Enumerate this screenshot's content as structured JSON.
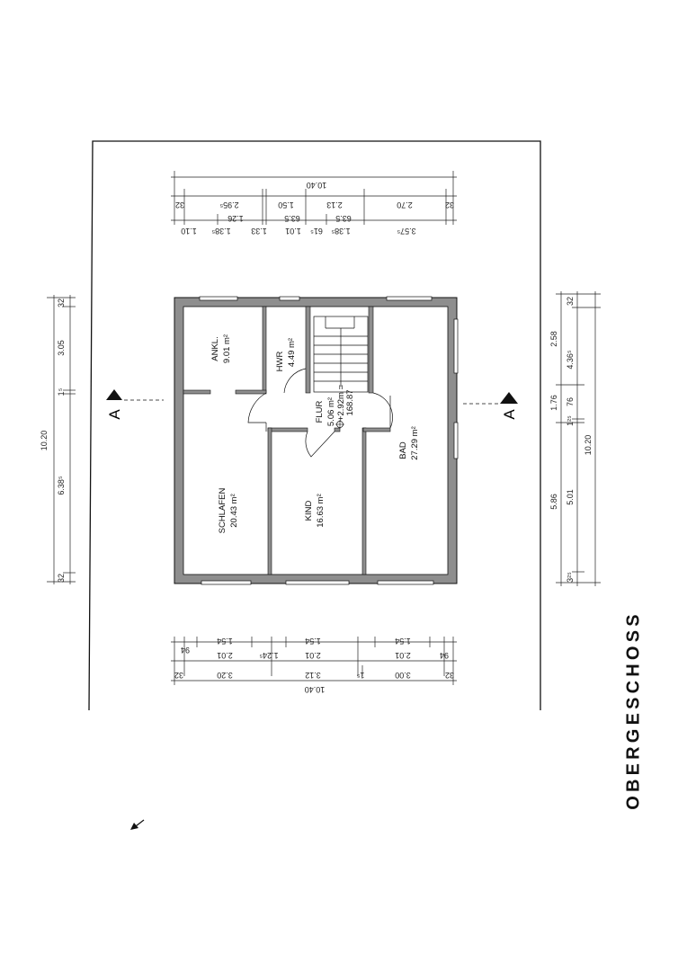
{
  "sheet": {
    "title": "OBERGESCHOSS"
  },
  "rooms": {
    "ankl": {
      "name": "ANKL.",
      "area": "9.01 m²"
    },
    "hwr": {
      "name": "HWR",
      "area": "4.49 m²"
    },
    "flur": {
      "name": "FLUR",
      "area": "5.06 m²",
      "level": "+2.92m =",
      "level2": "168.87"
    },
    "schlafen": {
      "name": "SCHLAFEN",
      "area": "20.43 m²"
    },
    "kind": {
      "name": "KIND",
      "area": "16.63 m²"
    },
    "bad": {
      "name": "BAD",
      "area": "27.29 m²"
    }
  },
  "section_marks": {
    "left": "A",
    "right": "A"
  },
  "dimensions": {
    "top_overall": "10.40",
    "top_row2": [
      "32",
      "2.95⁵",
      "1.50",
      "2.13",
      "2.70",
      "32"
    ],
    "top_row3": [
      "1.26",
      "63.5",
      "63.5"
    ],
    "top_row4": [
      "1.10",
      "1.38⁵",
      "1.33",
      "1.01",
      "61⁵",
      "1.38⁵",
      "3.57⁵"
    ],
    "left_overall": "10.20",
    "left_segments": [
      "32",
      "3.05",
      "1⁵",
      "6.38⁵",
      "32"
    ],
    "right_overall": "10.20",
    "right_row1": [
      "32",
      "4.36⁵",
      "76",
      "1²⁵",
      "5.01",
      "3²⁵"
    ],
    "right_row2": [
      "2.58",
      "1.76",
      "5.86"
    ],
    "bottom_row1": [
      "94",
      "2.01",
      "1.24⁵",
      "2.01",
      "2.01",
      "94"
    ],
    "bottom_row1b": [
      "1.54",
      "1.54",
      "1.54"
    ],
    "bottom_row2": [
      "32",
      "3.20",
      "3.12",
      "1⁵",
      "3.00",
      "32"
    ],
    "bottom_overall": "10.40"
  }
}
